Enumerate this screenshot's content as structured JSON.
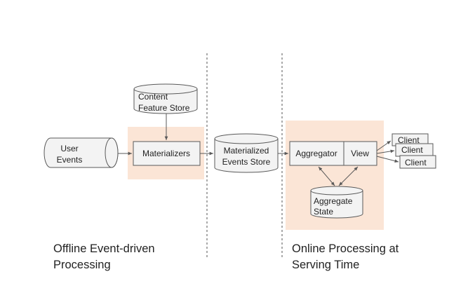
{
  "colors": {
    "highlight": "#fbe5d6",
    "box_fill": "#f3f3f3",
    "stroke": "#595959",
    "text": "#222222"
  },
  "nodes": {
    "content_feature_store": [
      "Content",
      "Feature Store"
    ],
    "user_events": [
      "User",
      "Events"
    ],
    "materializers": "Materializers",
    "materialized_events_store": [
      "Materialized",
      "Events Store"
    ],
    "aggregator": "Aggregator",
    "view": "View",
    "aggregate_state": [
      "Aggregate",
      "State"
    ],
    "clients": [
      "Client",
      "Client",
      "Client"
    ]
  },
  "captions": {
    "offline": [
      "Offline Event-driven",
      "Processing"
    ],
    "online": [
      "Online Processing at",
      "Serving Time"
    ]
  }
}
